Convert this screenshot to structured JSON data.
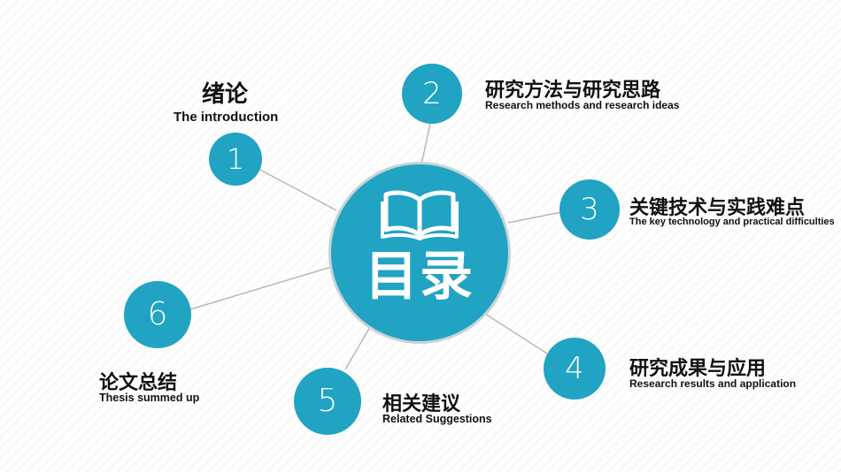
{
  "hub": {
    "title": "目录",
    "icon": "open-book-icon"
  },
  "accent": "#21a3c3",
  "items": [
    {
      "number": "1",
      "cn": "绪论",
      "en": "The introduction"
    },
    {
      "number": "2",
      "cn": "研究方法与研究思路",
      "en": "Research methods and research ideas"
    },
    {
      "number": "3",
      "cn": "关键技术与实践难点",
      "en": "The key technology and practical difficulties"
    },
    {
      "number": "4",
      "cn": "研究成果与应用",
      "en": "Research results and application"
    },
    {
      "number": "5",
      "cn": "相关建议",
      "en": "Related Suggestions"
    },
    {
      "number": "6",
      "cn": "论文总结",
      "en": "Thesis summed up"
    }
  ]
}
